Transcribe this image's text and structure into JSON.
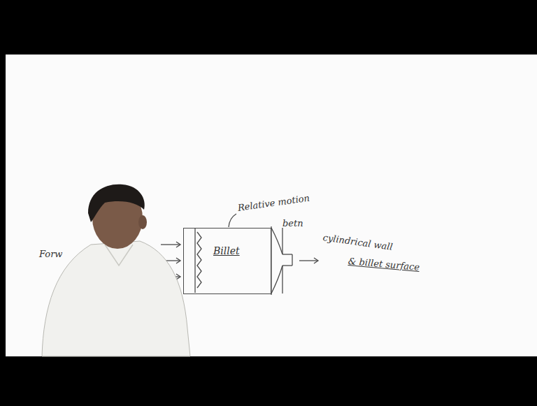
{
  "diagram": {
    "nodes": [
      {
        "text": [
          "Billet"
        ]
      }
    ],
    "labels": [
      "Forw",
      "Relative motion",
      "betn",
      "cylindrical wall",
      "& billet surface"
    ]
  }
}
